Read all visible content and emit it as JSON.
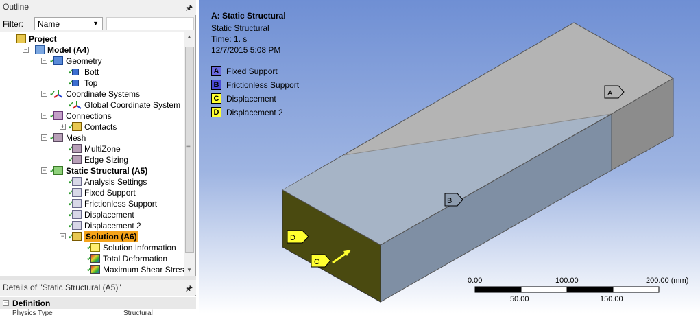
{
  "outline": {
    "title": "Outline",
    "filter_label": "Filter:",
    "filter_value": "Name",
    "pin": "🖈"
  },
  "tree": [
    {
      "label": "Project",
      "indent": 0,
      "expander": "",
      "icon": "proj",
      "bold": true,
      "check": false
    },
    {
      "label": "Model (A4)",
      "indent": 1,
      "expander": "−",
      "icon": "model",
      "bold": true,
      "check": false
    },
    {
      "label": "Geometry",
      "indent": 2,
      "expander": "−",
      "icon": "geom",
      "bold": false,
      "check": true
    },
    {
      "label": "Bott",
      "indent": 3,
      "expander": "",
      "icon": "body",
      "bold": false,
      "check": true
    },
    {
      "label": "Top",
      "indent": 3,
      "expander": "",
      "icon": "body",
      "bold": false,
      "check": true
    },
    {
      "label": "Coordinate Systems",
      "indent": 2,
      "expander": "−",
      "icon": "coord",
      "bold": false,
      "check": true
    },
    {
      "label": "Global Coordinate System",
      "indent": 3,
      "expander": "",
      "icon": "coord",
      "bold": false,
      "check": true
    },
    {
      "label": "Connections",
      "indent": 2,
      "expander": "−",
      "icon": "conn",
      "bold": false,
      "check": true
    },
    {
      "label": "Contacts",
      "indent": 3,
      "expander": "+",
      "icon": "sol",
      "bold": false,
      "check": true
    },
    {
      "label": "Mesh",
      "indent": 2,
      "expander": "−",
      "icon": "mesh",
      "bold": false,
      "check": true
    },
    {
      "label": "MultiZone",
      "indent": 3,
      "expander": "",
      "icon": "mesh",
      "bold": false,
      "check": true
    },
    {
      "label": "Edge Sizing",
      "indent": 3,
      "expander": "",
      "icon": "mesh",
      "bold": false,
      "check": true
    },
    {
      "label": "Static Structural (A5)",
      "indent": 2,
      "expander": "−",
      "icon": "static",
      "bold": true,
      "check": true
    },
    {
      "label": "Analysis Settings",
      "indent": 3,
      "expander": "",
      "icon": "load",
      "bold": false,
      "check": true
    },
    {
      "label": "Fixed Support",
      "indent": 3,
      "expander": "",
      "icon": "load",
      "bold": false,
      "check": true
    },
    {
      "label": "Frictionless Support",
      "indent": 3,
      "expander": "",
      "icon": "load",
      "bold": false,
      "check": true
    },
    {
      "label": "Displacement",
      "indent": 3,
      "expander": "",
      "icon": "load",
      "bold": false,
      "check": true
    },
    {
      "label": "Displacement 2",
      "indent": 3,
      "expander": "",
      "icon": "load",
      "bold": false,
      "check": true
    },
    {
      "label": "Solution (A6)",
      "indent": 3,
      "expander": "−",
      "icon": "sol",
      "bold": true,
      "check": true,
      "selected": true
    },
    {
      "label": "Solution Information",
      "indent": 4,
      "expander": "",
      "icon": "info",
      "bold": false,
      "check": true
    },
    {
      "label": "Total Deformation",
      "indent": 4,
      "expander": "",
      "icon": "res",
      "bold": false,
      "check": true
    },
    {
      "label": "Maximum Shear Stress",
      "indent": 4,
      "expander": "",
      "icon": "res",
      "bold": false,
      "check": true
    }
  ],
  "details": {
    "title": "Details of \"Static Structural (A5)\"",
    "section": "Definition",
    "next_label": "Physics Type",
    "next_value": "Structural"
  },
  "viewport": {
    "title": "A: Static Structural",
    "lines": [
      "Static Structural",
      "Time: 1. s",
      "12/7/2015 5:08 PM"
    ],
    "legend": [
      {
        "key": "A",
        "label": "Fixed Support",
        "color": "#6a6ae0"
      },
      {
        "key": "B",
        "label": "Frictionless Support",
        "color": "#4a4ad8"
      },
      {
        "key": "C",
        "label": "Displacement",
        "color": "#ffff30"
      },
      {
        "key": "D",
        "label": "Displacement 2",
        "color": "#ffff30"
      }
    ],
    "tags": {
      "A": "A",
      "B": "B",
      "C": "C",
      "D": "D"
    },
    "scale": {
      "top": [
        "0.00",
        "100.00",
        "200.00 (mm)"
      ],
      "bottom": [
        "50.00",
        "150.00"
      ]
    }
  }
}
